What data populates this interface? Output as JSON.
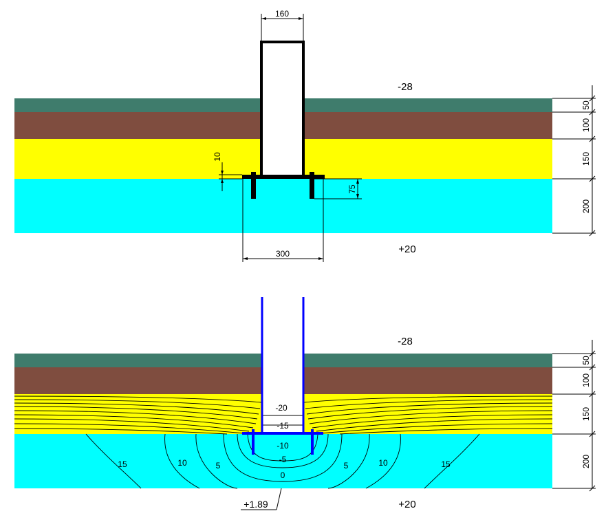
{
  "top_diagram": {
    "temp_outside": "-28",
    "temp_inside": "+20",
    "column_width": "160",
    "plate_thickness": "10",
    "anchor_depth": "75",
    "plate_width": "300",
    "layer_thickness": [
      "50",
      "100",
      "150",
      "200"
    ]
  },
  "bottom_diagram": {
    "temp_outside": "-28",
    "temp_inside": "+20",
    "min_temp": "+1.89",
    "inner_isotherm_labels": [
      "-20",
      "-15",
      "-10",
      "-5",
      "0"
    ],
    "left_isotherm_labels": [
      "15",
      "10",
      "5"
    ],
    "right_isotherm_labels": [
      "5",
      "10",
      "15"
    ],
    "layer_thickness": [
      "50",
      "100",
      "150",
      "200"
    ]
  },
  "colors": {
    "layer_green": "#3F7C6C",
    "layer_brown": "#7F4D3F",
    "layer_yellow": "#FFFF00",
    "layer_cyan": "#00FFFF",
    "steel": "#000000",
    "steel_thermal": "#0000FF"
  }
}
